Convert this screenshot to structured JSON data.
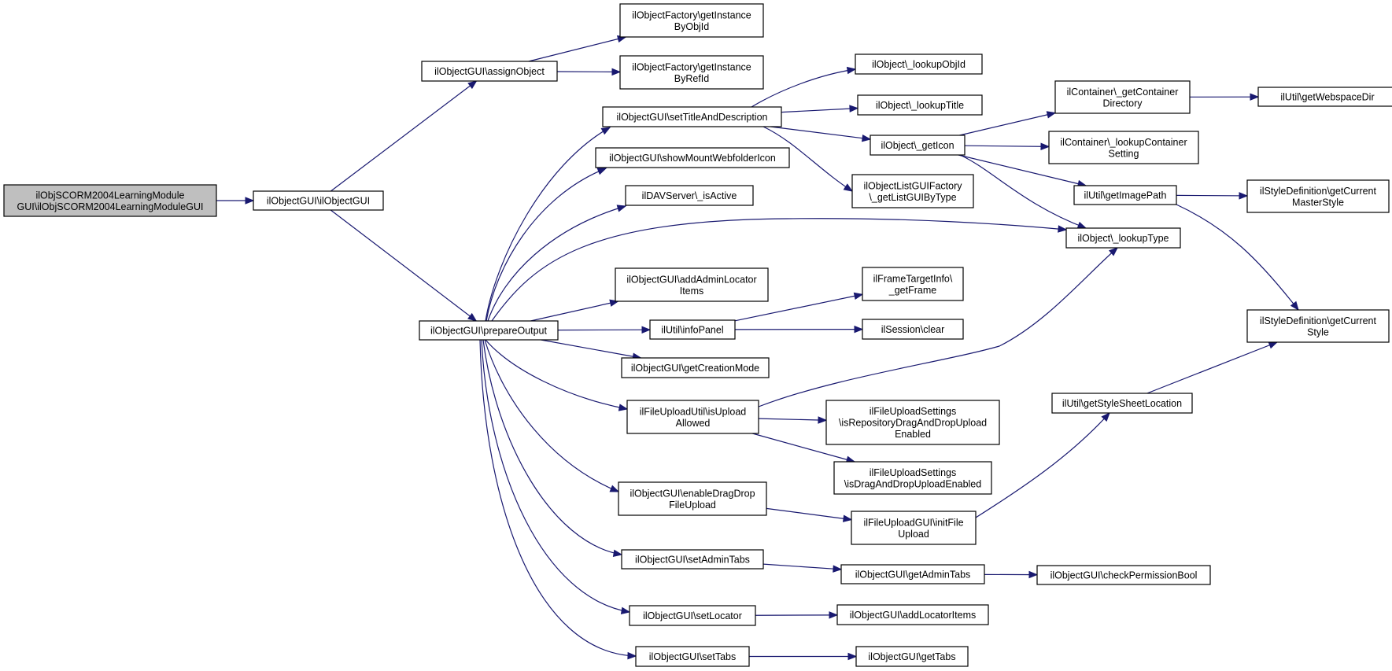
{
  "graph": {
    "nodes": [
      {
        "id": "root",
        "lines": [
          "ilObjSCORM2004LearningModule",
          "GUI\\ilObjSCORM2004LearningModuleGUI"
        ],
        "root": true
      },
      {
        "id": "ctor",
        "lines": [
          "ilObjectGUI\\ilObjectGUI"
        ]
      },
      {
        "id": "assign",
        "lines": [
          "ilObjectGUI\\assignObject"
        ]
      },
      {
        "id": "factObj",
        "lines": [
          "ilObjectFactory\\getInstance",
          "ByObjId"
        ]
      },
      {
        "id": "factRef",
        "lines": [
          "ilObjectFactory\\getInstance",
          "ByRefId"
        ]
      },
      {
        "id": "prep",
        "lines": [
          "ilObjectGUI\\prepareOutput"
        ]
      },
      {
        "id": "setTitle",
        "lines": [
          "ilObjectGUI\\setTitleAndDescription"
        ]
      },
      {
        "id": "mount",
        "lines": [
          "ilObjectGUI\\showMountWebfolderIcon"
        ]
      },
      {
        "id": "dav",
        "lines": [
          "ilDAVServer\\_isActive"
        ]
      },
      {
        "id": "addAdmin",
        "lines": [
          "ilObjectGUI\\addAdminLocator",
          "Items"
        ]
      },
      {
        "id": "info",
        "lines": [
          "ilUtil\\infoPanel"
        ]
      },
      {
        "id": "creation",
        "lines": [
          "ilObjectGUI\\getCreationMode"
        ]
      },
      {
        "id": "uploadAllowed",
        "lines": [
          "ilFileUploadUtil\\isUpload",
          "Allowed"
        ]
      },
      {
        "id": "enableDD",
        "lines": [
          "ilObjectGUI\\enableDragDrop",
          "FileUpload"
        ]
      },
      {
        "id": "setAdminTabs",
        "lines": [
          "ilObjectGUI\\setAdminTabs"
        ]
      },
      {
        "id": "setLocator",
        "lines": [
          "ilObjectGUI\\setLocator"
        ]
      },
      {
        "id": "setTabs",
        "lines": [
          "ilObjectGUI\\setTabs"
        ]
      },
      {
        "id": "lookupObjId",
        "lines": [
          "ilObject\\_lookupObjId"
        ]
      },
      {
        "id": "lookupTitle",
        "lines": [
          "ilObject\\_lookupTitle"
        ]
      },
      {
        "id": "getIcon",
        "lines": [
          "ilObject\\_getIcon"
        ]
      },
      {
        "id": "listGUI",
        "lines": [
          "ilObjectListGUIFactory",
          "\\_getListGUIByType"
        ]
      },
      {
        "id": "lookupType",
        "lines": [
          "ilObject\\_lookupType"
        ]
      },
      {
        "id": "getFrame",
        "lines": [
          "ilFrameTargetInfo\\",
          "_getFrame"
        ]
      },
      {
        "id": "sessClear",
        "lines": [
          "ilSession\\clear"
        ]
      },
      {
        "id": "repoDD",
        "lines": [
          "ilFileUploadSettings",
          "\\isRepositoryDragAndDropUpload",
          "Enabled"
        ]
      },
      {
        "id": "ddEnabled",
        "lines": [
          "ilFileUploadSettings",
          "\\isDragAndDropUploadEnabled"
        ]
      },
      {
        "id": "initFU",
        "lines": [
          "ilFileUploadGUI\\initFile",
          "Upload"
        ]
      },
      {
        "id": "getAdminTabs",
        "lines": [
          "ilObjectGUI\\getAdminTabs"
        ]
      },
      {
        "id": "addLocItems",
        "lines": [
          "ilObjectGUI\\addLocatorItems"
        ]
      },
      {
        "id": "getTabs",
        "lines": [
          "ilObjectGUI\\getTabs"
        ]
      },
      {
        "id": "contDir",
        "lines": [
          "ilContainer\\_getContainer",
          "Directory"
        ]
      },
      {
        "id": "contSetting",
        "lines": [
          "ilContainer\\_lookupContainer",
          "Setting"
        ]
      },
      {
        "id": "imgPath",
        "lines": [
          "ilUtil\\getImagePath"
        ]
      },
      {
        "id": "cssLoc",
        "lines": [
          "ilUtil\\getStyleSheetLocation"
        ]
      },
      {
        "id": "webspace",
        "lines": [
          "ilUtil\\getWebspaceDir"
        ]
      },
      {
        "id": "masterStyle",
        "lines": [
          "ilStyleDefinition\\getCurrent",
          "MasterStyle"
        ]
      },
      {
        "id": "curStyle",
        "lines": [
          "ilStyleDefinition\\getCurrent",
          "Style"
        ]
      },
      {
        "id": "checkPerm",
        "lines": [
          "ilObjectGUI\\checkPermissionBool"
        ]
      }
    ],
    "edges": [
      [
        "root",
        "ctor"
      ],
      [
        "ctor",
        "assign"
      ],
      [
        "ctor",
        "prep"
      ],
      [
        "assign",
        "factObj"
      ],
      [
        "assign",
        "factRef"
      ],
      [
        "prep",
        "setTitle"
      ],
      [
        "prep",
        "mount"
      ],
      [
        "prep",
        "dav"
      ],
      [
        "prep",
        "lookupType"
      ],
      [
        "prep",
        "addAdmin"
      ],
      [
        "prep",
        "info"
      ],
      [
        "prep",
        "creation"
      ],
      [
        "prep",
        "uploadAllowed"
      ],
      [
        "prep",
        "enableDD"
      ],
      [
        "prep",
        "setAdminTabs"
      ],
      [
        "prep",
        "setLocator"
      ],
      [
        "prep",
        "setTabs"
      ],
      [
        "setTitle",
        "lookupObjId"
      ],
      [
        "setTitle",
        "lookupTitle"
      ],
      [
        "setTitle",
        "getIcon"
      ],
      [
        "setTitle",
        "listGUI"
      ],
      [
        "getIcon",
        "contDir"
      ],
      [
        "getIcon",
        "contSetting"
      ],
      [
        "getIcon",
        "imgPath"
      ],
      [
        "getIcon",
        "lookupType"
      ],
      [
        "contDir",
        "webspace"
      ],
      [
        "imgPath",
        "masterStyle"
      ],
      [
        "imgPath",
        "curStyle"
      ],
      [
        "info",
        "getFrame"
      ],
      [
        "info",
        "sessClear"
      ],
      [
        "uploadAllowed",
        "lookupType"
      ],
      [
        "uploadAllowed",
        "repoDD"
      ],
      [
        "uploadAllowed",
        "ddEnabled"
      ],
      [
        "enableDD",
        "initFU"
      ],
      [
        "initFU",
        "cssLoc"
      ],
      [
        "cssLoc",
        "curStyle"
      ],
      [
        "setAdminTabs",
        "getAdminTabs"
      ],
      [
        "getAdminTabs",
        "checkPerm"
      ],
      [
        "setLocator",
        "addLocItems"
      ],
      [
        "setTabs",
        "getTabs"
      ]
    ]
  }
}
